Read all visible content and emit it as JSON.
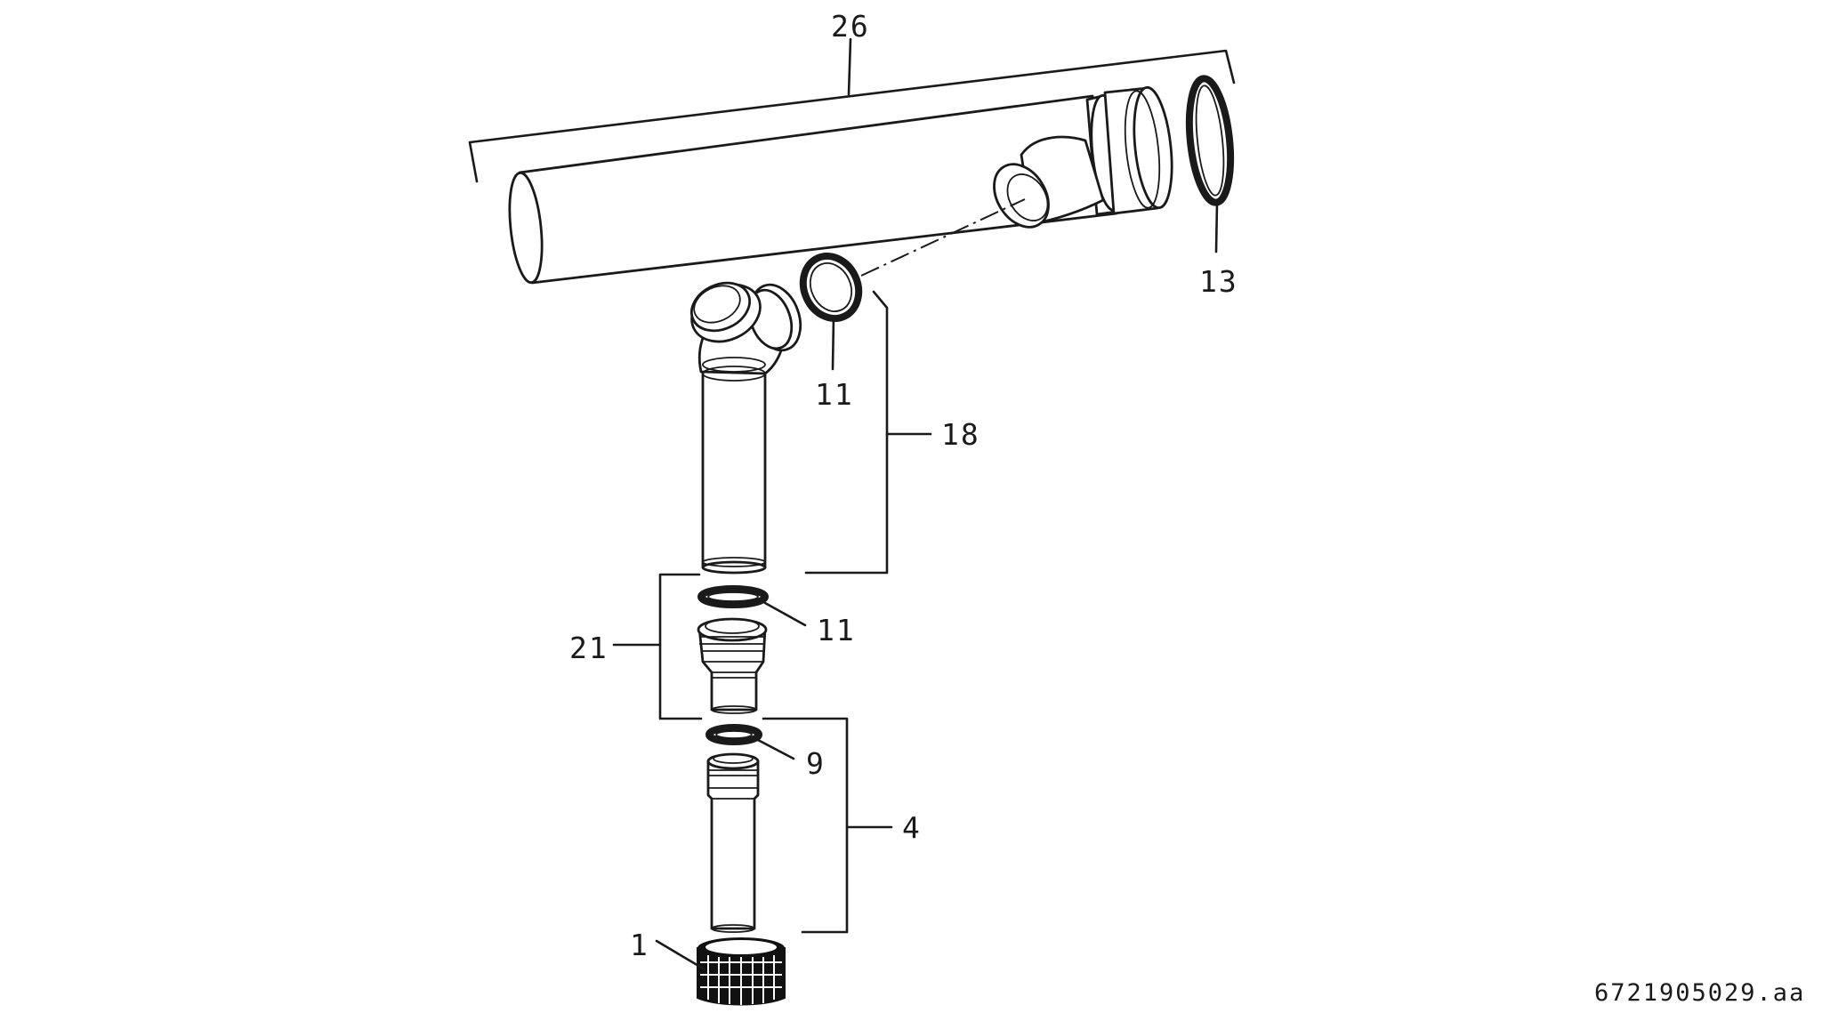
{
  "diagram": {
    "callouts": {
      "c26": "26",
      "c13": "13",
      "c11_top": "11",
      "c18": "18",
      "c11_mid": "11",
      "c21": "21",
      "c9": "9",
      "c4": "4",
      "c1": "1"
    },
    "reference_code": "6721905029.aa"
  }
}
